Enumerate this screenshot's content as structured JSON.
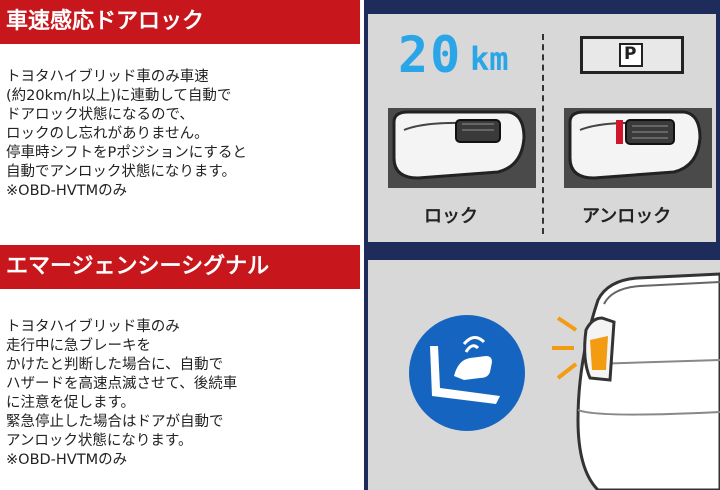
{
  "section1": {
    "title": "車速感応ドアロック",
    "body": "トヨタハイブリッド車のみ車速\n(約20km/h以上)に連動して自動で\nドアロック状態になるので、\nロックのし忘れがありません。\n停車時シフトをPポジションにすると\n自動でアンロック状態になります。\n※OBD-HVTMのみ"
  },
  "section2": {
    "title": "エマージェンシーシグナル",
    "body": "トヨタハイブリッド車のみ\n走行中に急ブレーキを\nかけたと判断した場合に、自動で\nハザードを高速点滅させて、後続車\nに注意を促します。\n緊急停止した場合はドアが自動で\nアンロック状態になります。\n※OBD-HVTMのみ"
  },
  "panel_lock": {
    "speed_value": "20",
    "speed_unit": "km",
    "gear": "P",
    "lock_caption": "ロック",
    "unlock_caption": "アンロック"
  },
  "colors": {
    "header_red": "#c8161d",
    "panel_navy": "#1e2c5c",
    "speed_blue": "#2aa6e8",
    "sign_blue": "#1565c0",
    "hazard_orange": "#f39c12"
  },
  "icons": [
    "speedometer-display",
    "gear-p-indicator",
    "door-lock-icon",
    "door-unlock-icon",
    "emergency-brake-sign-icon",
    "hazard-light-car"
  ]
}
